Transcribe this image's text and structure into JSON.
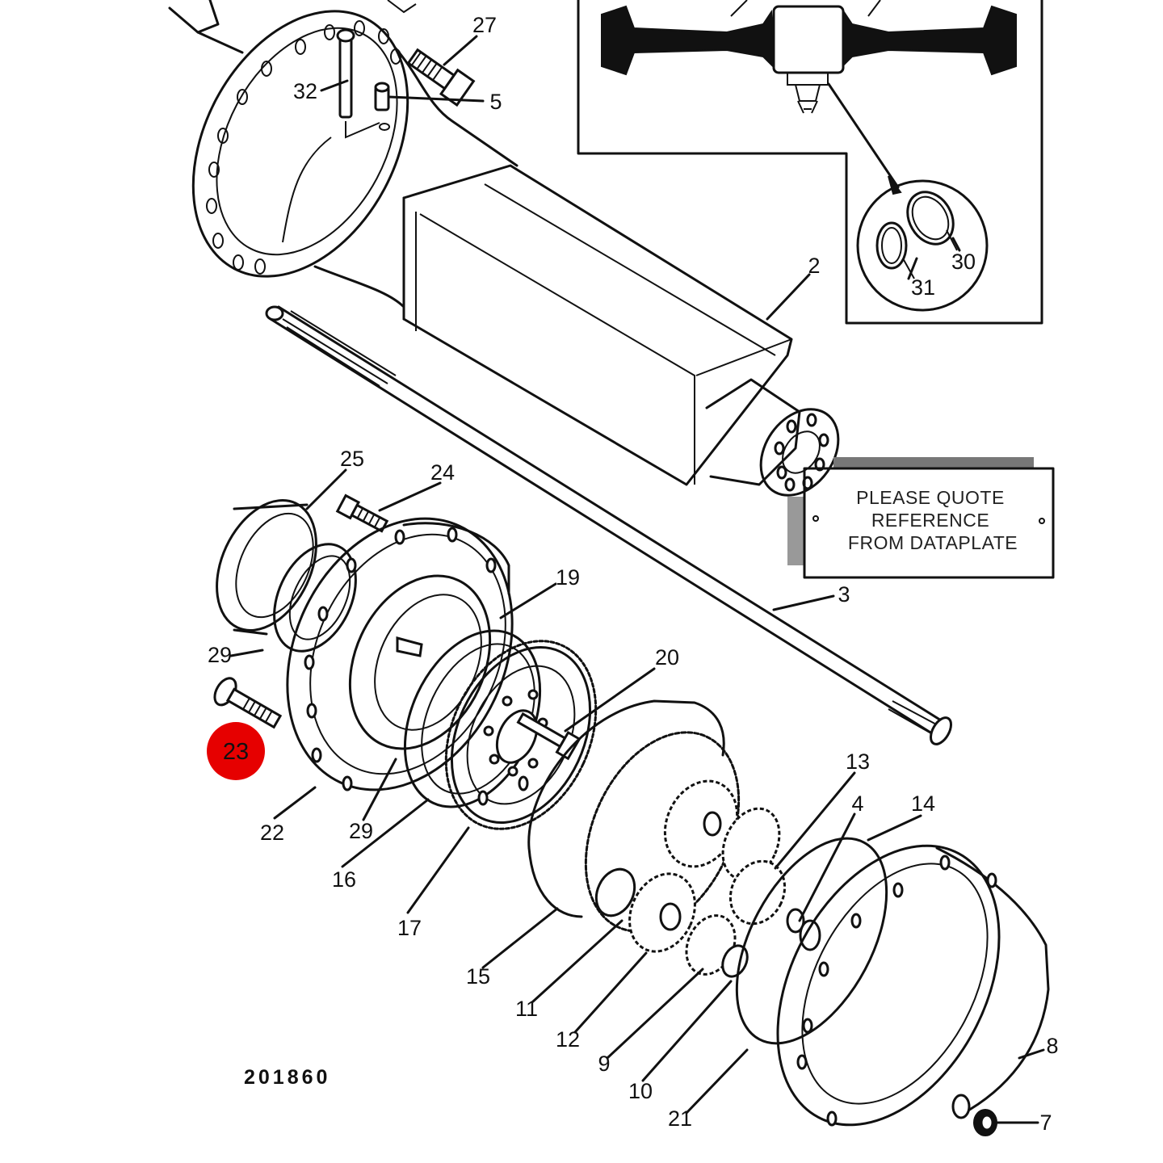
{
  "figure_number": "201860",
  "dataplate": {
    "line1": "PLEASE QUOTE",
    "line2": "REFERENCE",
    "line3": "FROM DATAPLATE"
  },
  "highlight": {
    "label": "23",
    "color": "#e60000"
  },
  "callouts": {
    "c27": "27",
    "c32": "32",
    "c5": "5",
    "c2": "2",
    "c30": "30",
    "c31": "31",
    "c25": "25",
    "c24": "24",
    "c19": "19",
    "c3": "3",
    "c29a": "29",
    "c20": "20",
    "c22": "22",
    "c29b": "29",
    "c16": "16",
    "c17": "17",
    "c13": "13",
    "c4": "4",
    "c14": "14",
    "c15": "15",
    "c11": "11",
    "c12": "12",
    "c9": "9",
    "c10": "10",
    "c21": "21",
    "c8": "8",
    "c7": "7"
  }
}
